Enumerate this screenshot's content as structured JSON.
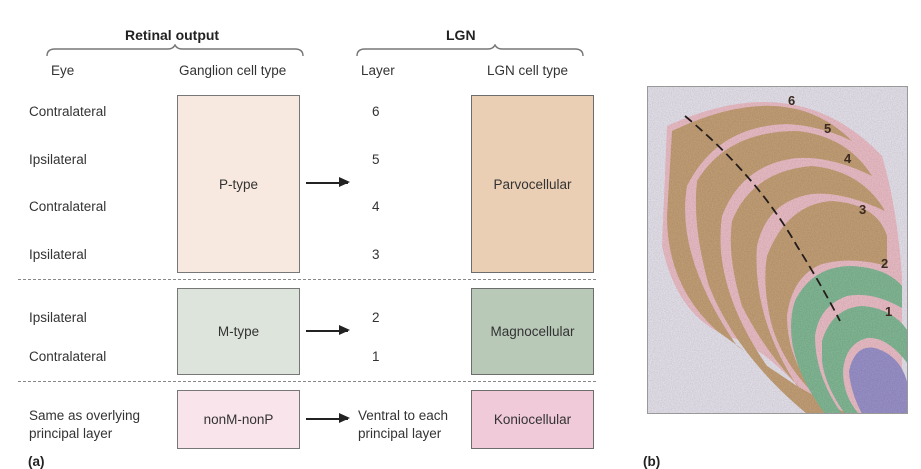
{
  "panel_a": {
    "label": "(a)",
    "retinal_output": {
      "title": "Retinal output",
      "col_eye": "Eye",
      "col_ganglion": "Ganglion cell type"
    },
    "lgn": {
      "title": "LGN",
      "col_layer": "Layer",
      "col_cell_type": "LGN cell type"
    },
    "rows": {
      "eye": [
        "Contralateral",
        "Ipsilateral",
        "Contralateral",
        "Ipsilateral",
        "Ipsilateral",
        "Contralateral",
        "Same as overlying principal layer"
      ],
      "layers": [
        "6",
        "5",
        "4",
        "3",
        "2",
        "1",
        "Ventral to each principal layer"
      ]
    },
    "ganglion_types": [
      "P-type",
      "M-type",
      "nonM-nonP"
    ],
    "lgn_cell_types": [
      "Parvocellular",
      "Magnocellular",
      "Koniocellular"
    ],
    "colors": {
      "p_type": "#f7e9df",
      "m_type": "#dde4db",
      "nonm_nonp": "#f9e4ec",
      "parvocellular": "#ebcfb5",
      "magnocellular": "#b8c9b7",
      "koniocellular": "#f1cad9"
    }
  },
  "panel_b": {
    "label": "(b)",
    "layer_labels": [
      "6",
      "5",
      "4",
      "3",
      "2",
      "1"
    ],
    "colors": {
      "parvo_layer": "#c9a47a",
      "magno_layer": "#86bd9a",
      "konio_layer": "#f2c3cc",
      "background": "#ece8f3"
    }
  }
}
